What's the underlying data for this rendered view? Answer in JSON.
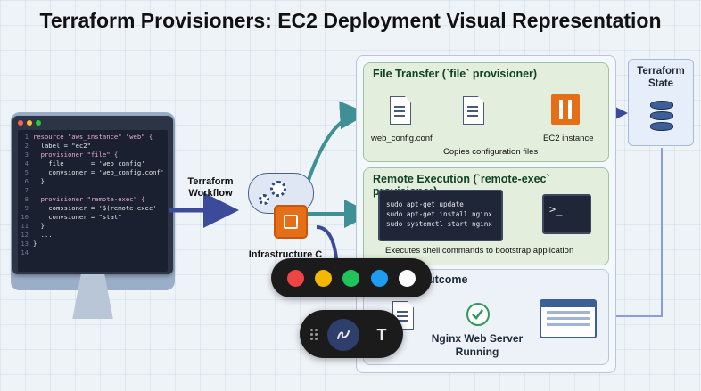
{
  "title": "Terraform Provisioners: EC2 Deployment Visual Representation",
  "code": {
    "lines": [
      {
        "n": "1",
        "text": "resource \"aws_instance\" \"web\" {"
      },
      {
        "n": "2",
        "text": "  label = \"ec2\""
      },
      {
        "n": "3",
        "text": "  provisioner \"file\" {"
      },
      {
        "n": "4",
        "text": "    file       = 'web_config'"
      },
      {
        "n": "5",
        "text": "    convsioner = 'web_config.conf'"
      },
      {
        "n": "6",
        "text": "  }"
      },
      {
        "n": "7",
        "text": ""
      },
      {
        "n": "8",
        "text": "  provisioner \"remote-exec\" {"
      },
      {
        "n": "9",
        "text": "    comssioner = '$(remote-exec'"
      },
      {
        "n": "10",
        "text": "    convsioner = \"stat\""
      },
      {
        "n": "11",
        "text": "  }"
      },
      {
        "n": "12",
        "text": "  ..."
      },
      {
        "n": "13",
        "text": "}"
      },
      {
        "n": "14",
        "text": ""
      }
    ]
  },
  "workflow_label": "Terraform Workflow",
  "infra_label": "Infrastructure C",
  "file_transfer": {
    "title": "File Transfer (`file` provisioner)",
    "file_label": "web_config.conf",
    "caption": "Copies configuration files",
    "target_label": "EC2 instance"
  },
  "remote_exec": {
    "title": "Remote Execution (`remote-exec` provisioner)",
    "commands": [
      "sudo apt-get update",
      "sudo apt-get install nginx",
      "sudo systemctl start nginx"
    ],
    "prompt": ">_",
    "caption": "Executes shell commands to bootstrap application"
  },
  "outcome": {
    "title": "utcome",
    "result": "Nginx Web Server Running"
  },
  "state": {
    "title": "Terraform State"
  },
  "toolbar": {
    "colors": [
      "#ee4444",
      "#f5b800",
      "#1fc45a",
      "#1e9cf0",
      "#ffffff"
    ],
    "text_tool": "T"
  }
}
